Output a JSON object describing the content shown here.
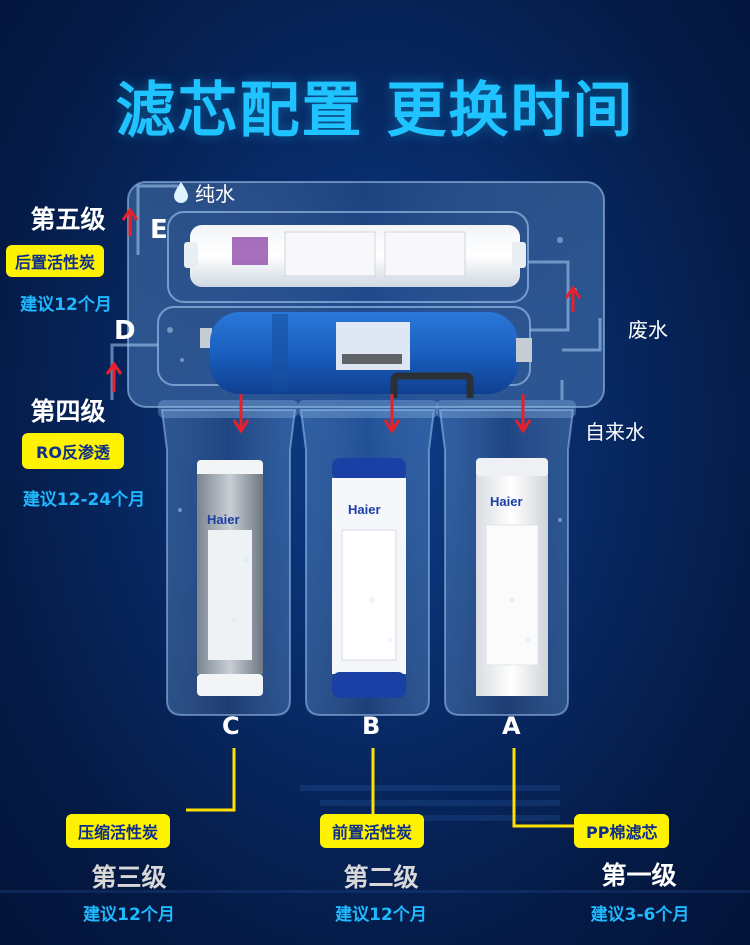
{
  "title": "滤芯配置 更换时间",
  "labels": {
    "pure_water": "纯水",
    "waste_water": "废水",
    "tap_water": "自来水"
  },
  "brand": "Haier",
  "stages": {
    "fifth": {
      "title": "第五级",
      "filter": "后置活性炭",
      "suggest": "建议12个月",
      "letter": "E"
    },
    "fourth": {
      "title": "第四级",
      "filter": "RO反渗透",
      "suggest": "建议12-24个月",
      "letter": "D"
    },
    "third": {
      "title": "第三级",
      "filter": "压缩活性炭",
      "suggest": "建议12个月",
      "letter": "C"
    },
    "second": {
      "title": "第二级",
      "filter": "前置活性炭",
      "suggest": "建议12个月",
      "letter": "B"
    },
    "first": {
      "title": "第一级",
      "filter": "PP棉滤芯",
      "suggest": "建议3-6个月",
      "letter": "A"
    }
  },
  "colors": {
    "title": "#1ec3ff",
    "pill": "#fff200",
    "connector": "#ffe100",
    "arrow": "#e8202a"
  }
}
